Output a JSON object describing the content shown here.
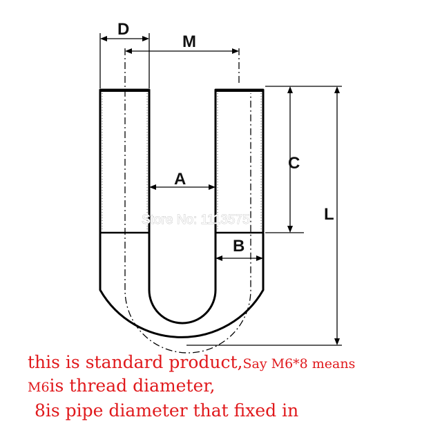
{
  "dimension_labels": {
    "d": "D",
    "m": "M",
    "a": "A",
    "c": "C",
    "b": "B",
    "l": "L"
  },
  "watermark": "Store No: 1113575",
  "caption": {
    "line1_main": "this is standard product,",
    "line1_tail": "Say M6*8 means",
    "line2_code": "M6",
    "line2_text": "is thread diameter,",
    "line3_num": "8",
    "line3_text": "is pipe diameter that fixed in"
  },
  "colors": {
    "caption": "#e0191c",
    "lines": "#000000"
  }
}
